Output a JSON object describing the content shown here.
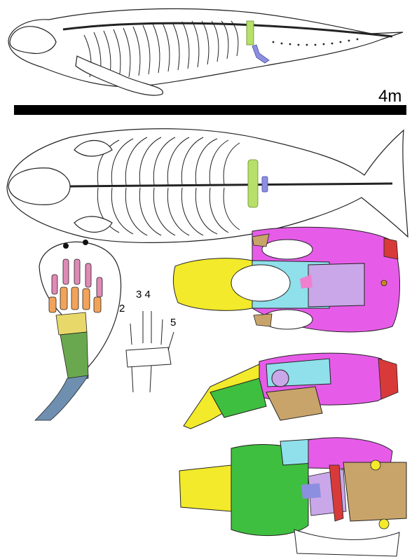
{
  "scale_bar": {
    "label": "4m"
  },
  "hand_diagram": {
    "digits_a": "2",
    "digits_b": "3 4",
    "digits_c": "5"
  },
  "colors": {
    "outline": "#222222",
    "vertebra_green": "#b7e06a",
    "vertebra_blue": "#8c8fe0",
    "skull_yellow": "#f2ea2a",
    "skull_magenta": "#e65ce8",
    "skull_cyan": "#8fe0ea",
    "skull_lavender": "#c9a7e8",
    "skull_brown": "#c9a46a",
    "skull_green": "#3fbf3f",
    "skull_red": "#d83a3a",
    "skull_pink": "#f07fd0",
    "limb_pink": "#e08ab6",
    "limb_orange": "#f2a35a",
    "limb_yellow": "#e8d86a",
    "limb_green": "#6aa84f",
    "limb_blue": "#6f8fb0"
  }
}
